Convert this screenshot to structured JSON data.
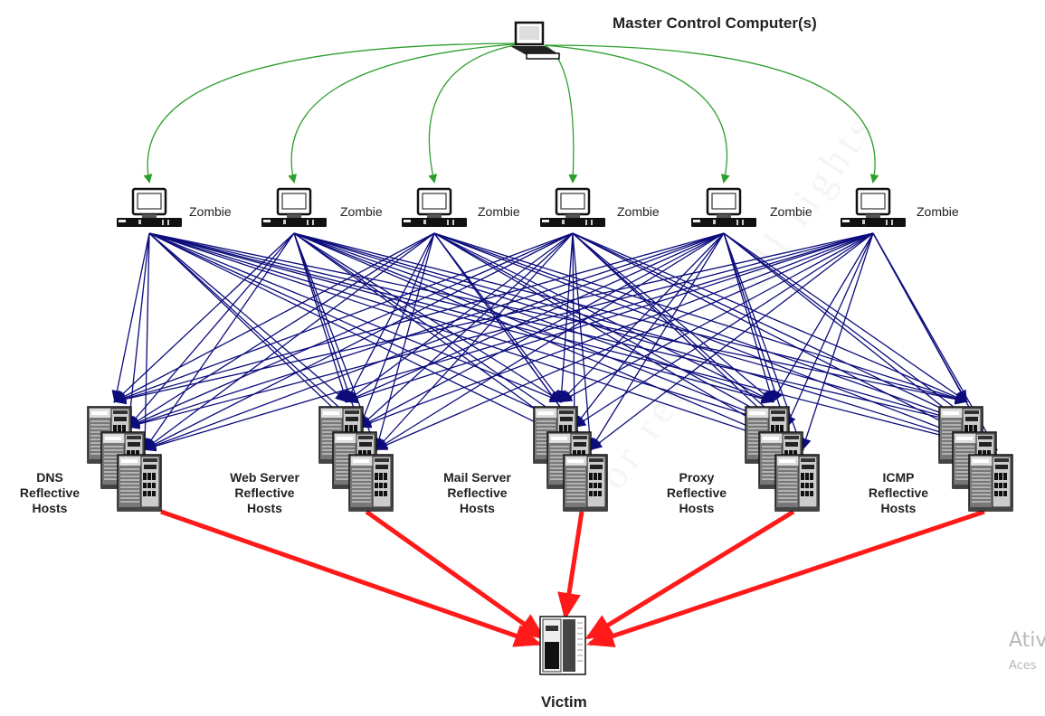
{
  "diagram": {
    "title": "Master Control Computer(s)",
    "zombie_label": "Zombie",
    "zombies": [
      {
        "label": "Zombie"
      },
      {
        "label": "Zombie"
      },
      {
        "label": "Zombie"
      },
      {
        "label": "Zombie"
      },
      {
        "label": "Zombie"
      },
      {
        "label": "Zombie"
      }
    ],
    "host_groups": [
      {
        "label": "DNS\nReflective\nHosts"
      },
      {
        "label": "Web Server\nReflective\nHosts"
      },
      {
        "label": "Mail Server\nReflective\nHosts"
      },
      {
        "label": "Proxy\nReflective\nHosts"
      },
      {
        "label": "ICMP\nReflective\nHosts"
      }
    ],
    "victim_label": "Victim",
    "edges": {
      "master_to_zombies": {
        "color": "#2e9e2e",
        "count": 6
      },
      "zombies_to_reflectors": {
        "color": "#0c0c7c",
        "description": "each zombie connects to every reflective host"
      },
      "reflectors_to_victim": {
        "color": "#ff1a1a",
        "count": 5
      }
    },
    "watermark": "or retains full rights"
  },
  "os_overlay": {
    "line1": "Ativ",
    "line2": "Aces"
  }
}
